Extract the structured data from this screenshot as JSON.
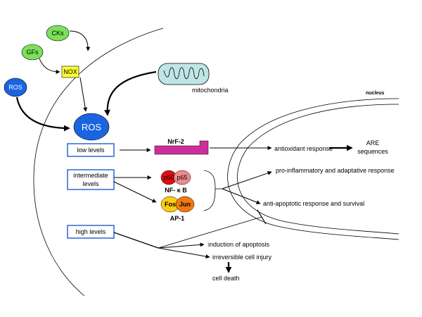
{
  "nodes": {
    "cks": "CKs",
    "gfs": "GFs",
    "ros_small": "ROS",
    "nox": "NOX",
    "ros_big": "ROS",
    "mitochondria": "mitochondria",
    "nucleus": "nucleus",
    "nrf2": "NrF-2",
    "p50": "p50",
    "p65": "p65",
    "nfkb": "NF- κ B",
    "fos": "Fos",
    "jun": "Jun",
    "ap1": "AP-1"
  },
  "boxes": {
    "low": "low levels",
    "intermediate_1": "intermediate",
    "intermediate_2": "levels",
    "high": "high levels"
  },
  "outcomes": {
    "antioxidant": "antioxidant response",
    "are_1": "ARE",
    "are_2": "sequences",
    "proinflammatory": "pro-inflammatory and adaptative response",
    "antiapoptotic": "anti-apoptotic response and survival",
    "apoptosis": "induction of apoptosis",
    "injury": "irreversible cell injury",
    "death": "cell death"
  },
  "colors": {
    "green": "#7be05a",
    "blue": "#1a64e0",
    "nox_fill": "#ffff33",
    "mito_fill": "#bfe6e6",
    "nrf2": "#cc2f9a",
    "p50": "#e01010",
    "p65": "#f08a8a",
    "fos": "#ffcc11",
    "jun": "#f07a10",
    "box_border": "#3a6fd8"
  }
}
